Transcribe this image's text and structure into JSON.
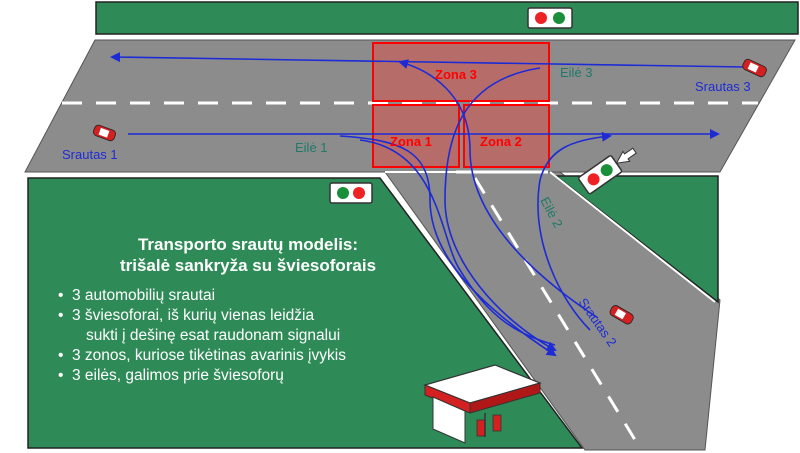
{
  "title": {
    "line1": "Transporto srautų modelis:",
    "line2": "trišalė sankryža su šviesoforais"
  },
  "bullets": [
    "3 automobilių srautai",
    "3 šviesoforai, iš kurių vienas leidžia",
    "sukti į dešinę esat raudonam signalui",
    "3 zonos, kuriose tikėtinas avarinis įvykis",
    "3 eilės, galimos prie šviesoforų"
  ],
  "zones": {
    "z1": "Zona 1",
    "z2": "Zona 2",
    "z3": "Zona 3"
  },
  "queues": {
    "q1": "Eilė 1",
    "q2": "Eilė 2",
    "q3": "Eilė 3"
  },
  "flows": {
    "f1": "Srautas 1",
    "f2": "Srautas 2",
    "f3": "Srautas 3"
  },
  "colors": {
    "grass": "#2e8b57",
    "road": "#8c8c8c",
    "zone_fill": "#d9534f",
    "zone_stroke": "#ff0000",
    "zone_text": "#ff0000",
    "flow_line": "#1d2bd6",
    "queue_text": "#1e7a6a",
    "flow_text": "#1d2bd6"
  },
  "icons": {
    "traffic_light": "traffic-light-icon",
    "car": "car-icon",
    "gas_station": "gas-station-icon",
    "arrow": "arrow-icon"
  }
}
